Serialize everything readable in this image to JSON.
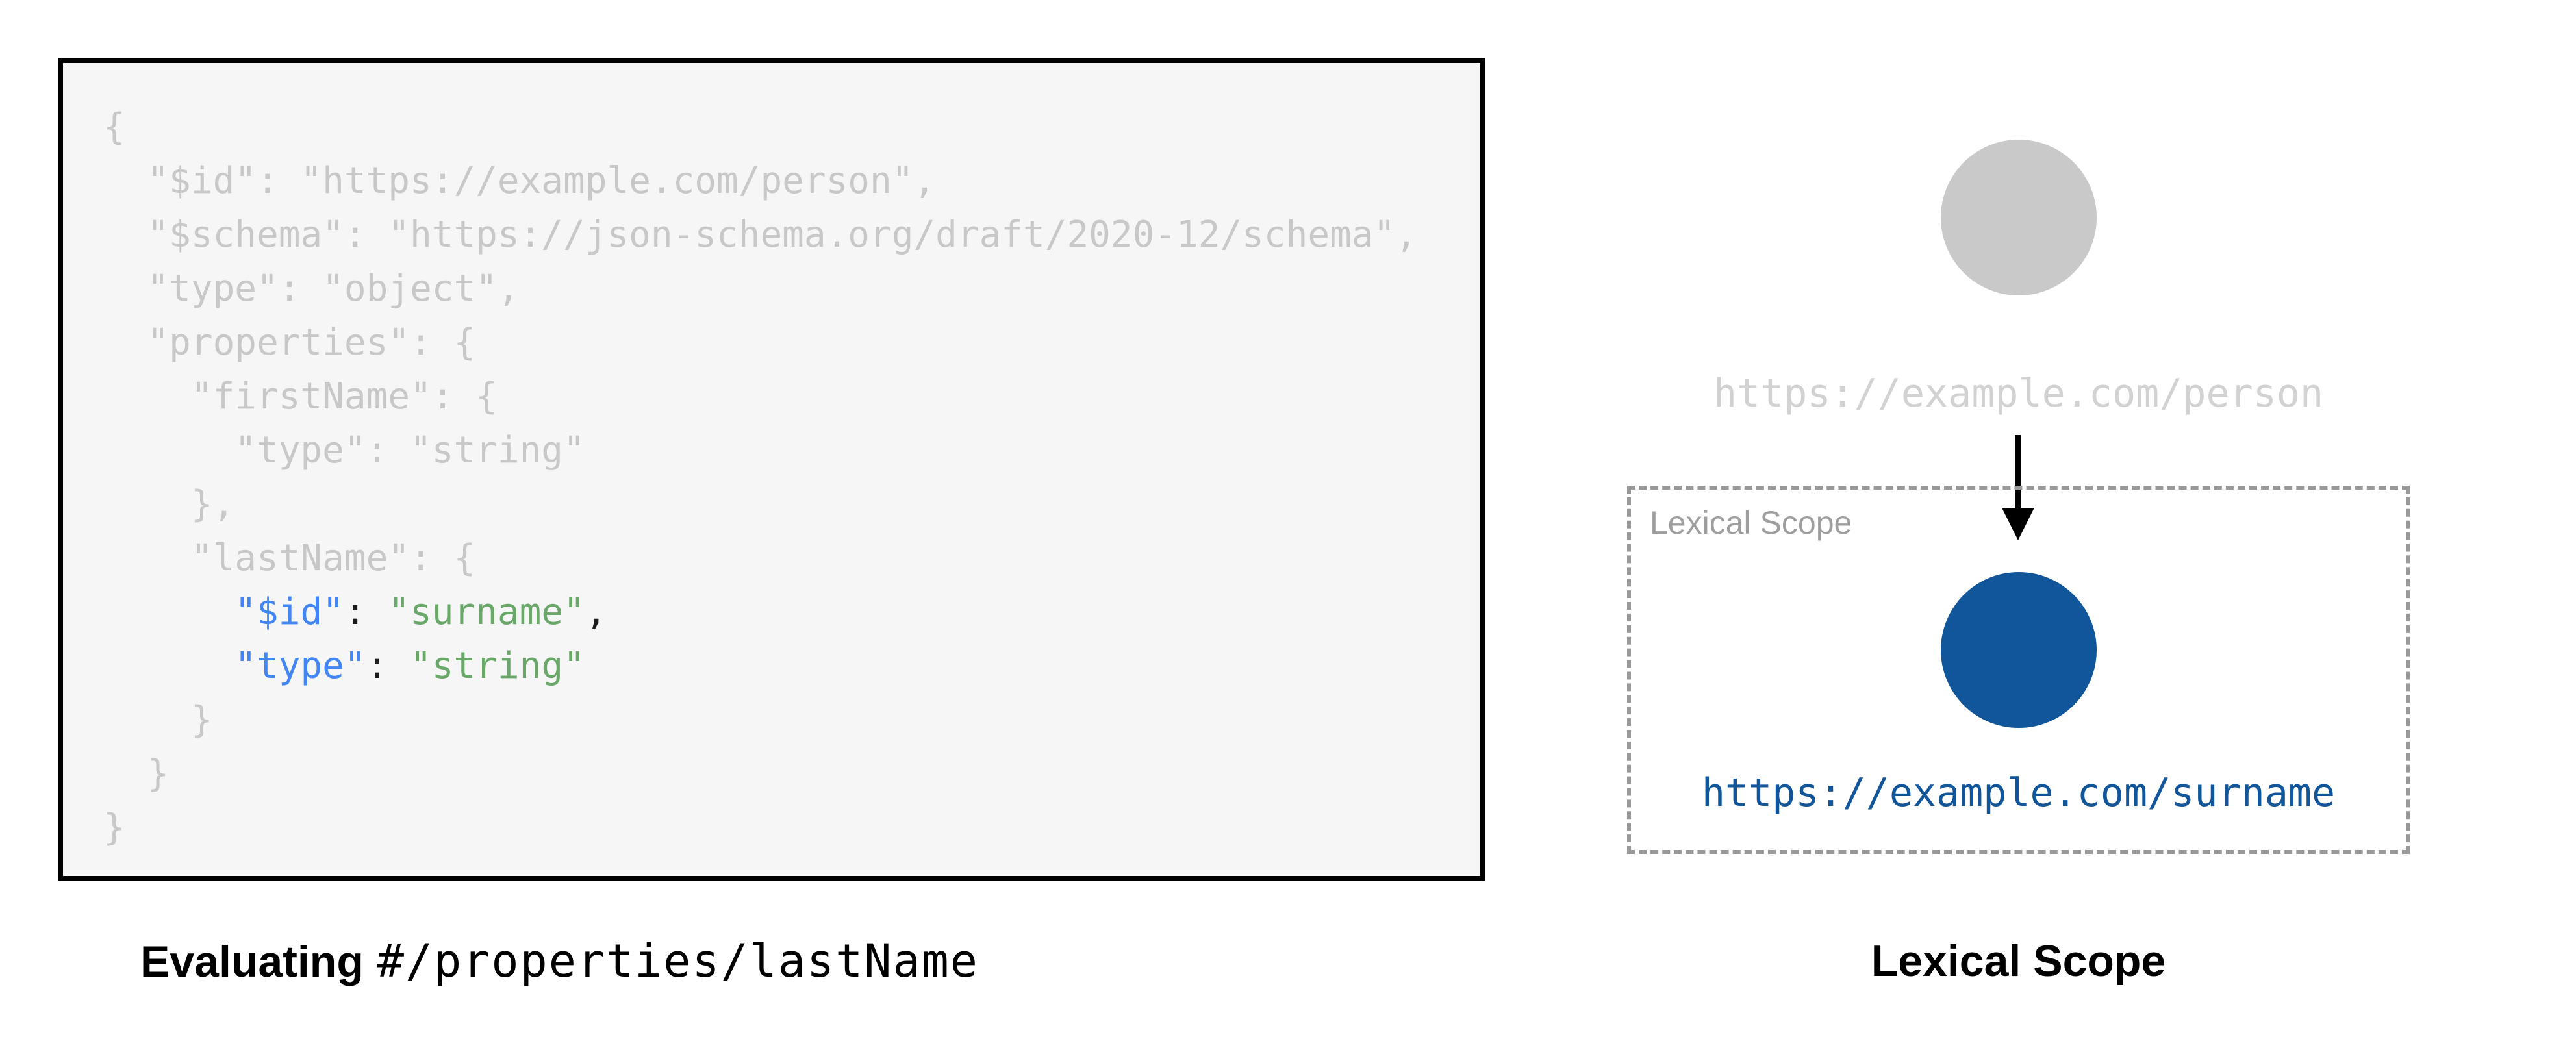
{
  "left_panel": {
    "caption": {
      "bold": "Evaluating",
      "mono": "#/properties/lastName"
    },
    "code_lines": [
      {
        "segments": [
          {
            "text": "{",
            "color": "code_muted"
          }
        ]
      },
      {
        "segments": [
          {
            "text": "  \"$id\": \"https://example.com/person\",",
            "color": "code_muted"
          }
        ]
      },
      {
        "segments": [
          {
            "text": "  \"$schema\": \"https://json-schema.org/draft/2020-12/schema\",",
            "color": "code_muted"
          }
        ]
      },
      {
        "segments": [
          {
            "text": "  \"type\": \"object\",",
            "color": "code_muted"
          }
        ]
      },
      {
        "segments": [
          {
            "text": "  \"properties\": {",
            "color": "code_muted"
          }
        ]
      },
      {
        "segments": [
          {
            "text": "    \"firstName\": {",
            "color": "code_muted"
          }
        ]
      },
      {
        "segments": [
          {
            "text": "      \"type\": \"string\"",
            "color": "code_muted"
          }
        ]
      },
      {
        "segments": [
          {
            "text": "    },",
            "color": "code_muted"
          }
        ]
      },
      {
        "segments": [
          {
            "text": "    \"lastName\": {",
            "color": "code_muted"
          }
        ]
      },
      {
        "segments": [
          {
            "text": "      ",
            "color": "code_muted"
          },
          {
            "text": "\"$id\"",
            "color": "code_key"
          },
          {
            "text": ": ",
            "color": "code_punct"
          },
          {
            "text": "\"surname\"",
            "color": "code_string"
          },
          {
            "text": ",",
            "color": "code_punct"
          }
        ]
      },
      {
        "segments": [
          {
            "text": "      ",
            "color": "code_muted"
          },
          {
            "text": "\"type\"",
            "color": "code_key"
          },
          {
            "text": ": ",
            "color": "code_punct"
          },
          {
            "text": "\"string\"",
            "color": "code_string"
          }
        ]
      },
      {
        "segments": [
          {
            "text": "    }",
            "color": "code_muted"
          }
        ]
      },
      {
        "segments": [
          {
            "text": "  }",
            "color": "code_muted"
          }
        ]
      },
      {
        "segments": [
          {
            "text": "}",
            "color": "code_muted"
          }
        ]
      }
    ]
  },
  "right_panel": {
    "parent_uri": "https://example.com/person",
    "scope_box_label": "Lexical Scope",
    "child_uri": "https://example.com/surname",
    "caption": "Lexical Scope"
  },
  "colors": {
    "code_key": "#4285f4",
    "code_string": "#6aa86a",
    "code_punct": "#1c1c1c",
    "code_muted": "#c8c8c8",
    "scope_blue": "#11559b",
    "node_gray": "#c9c9c9",
    "uri_gray": "#d2d2d2",
    "label_gray": "#9e9e9e",
    "dash_gray": "#999999"
  }
}
